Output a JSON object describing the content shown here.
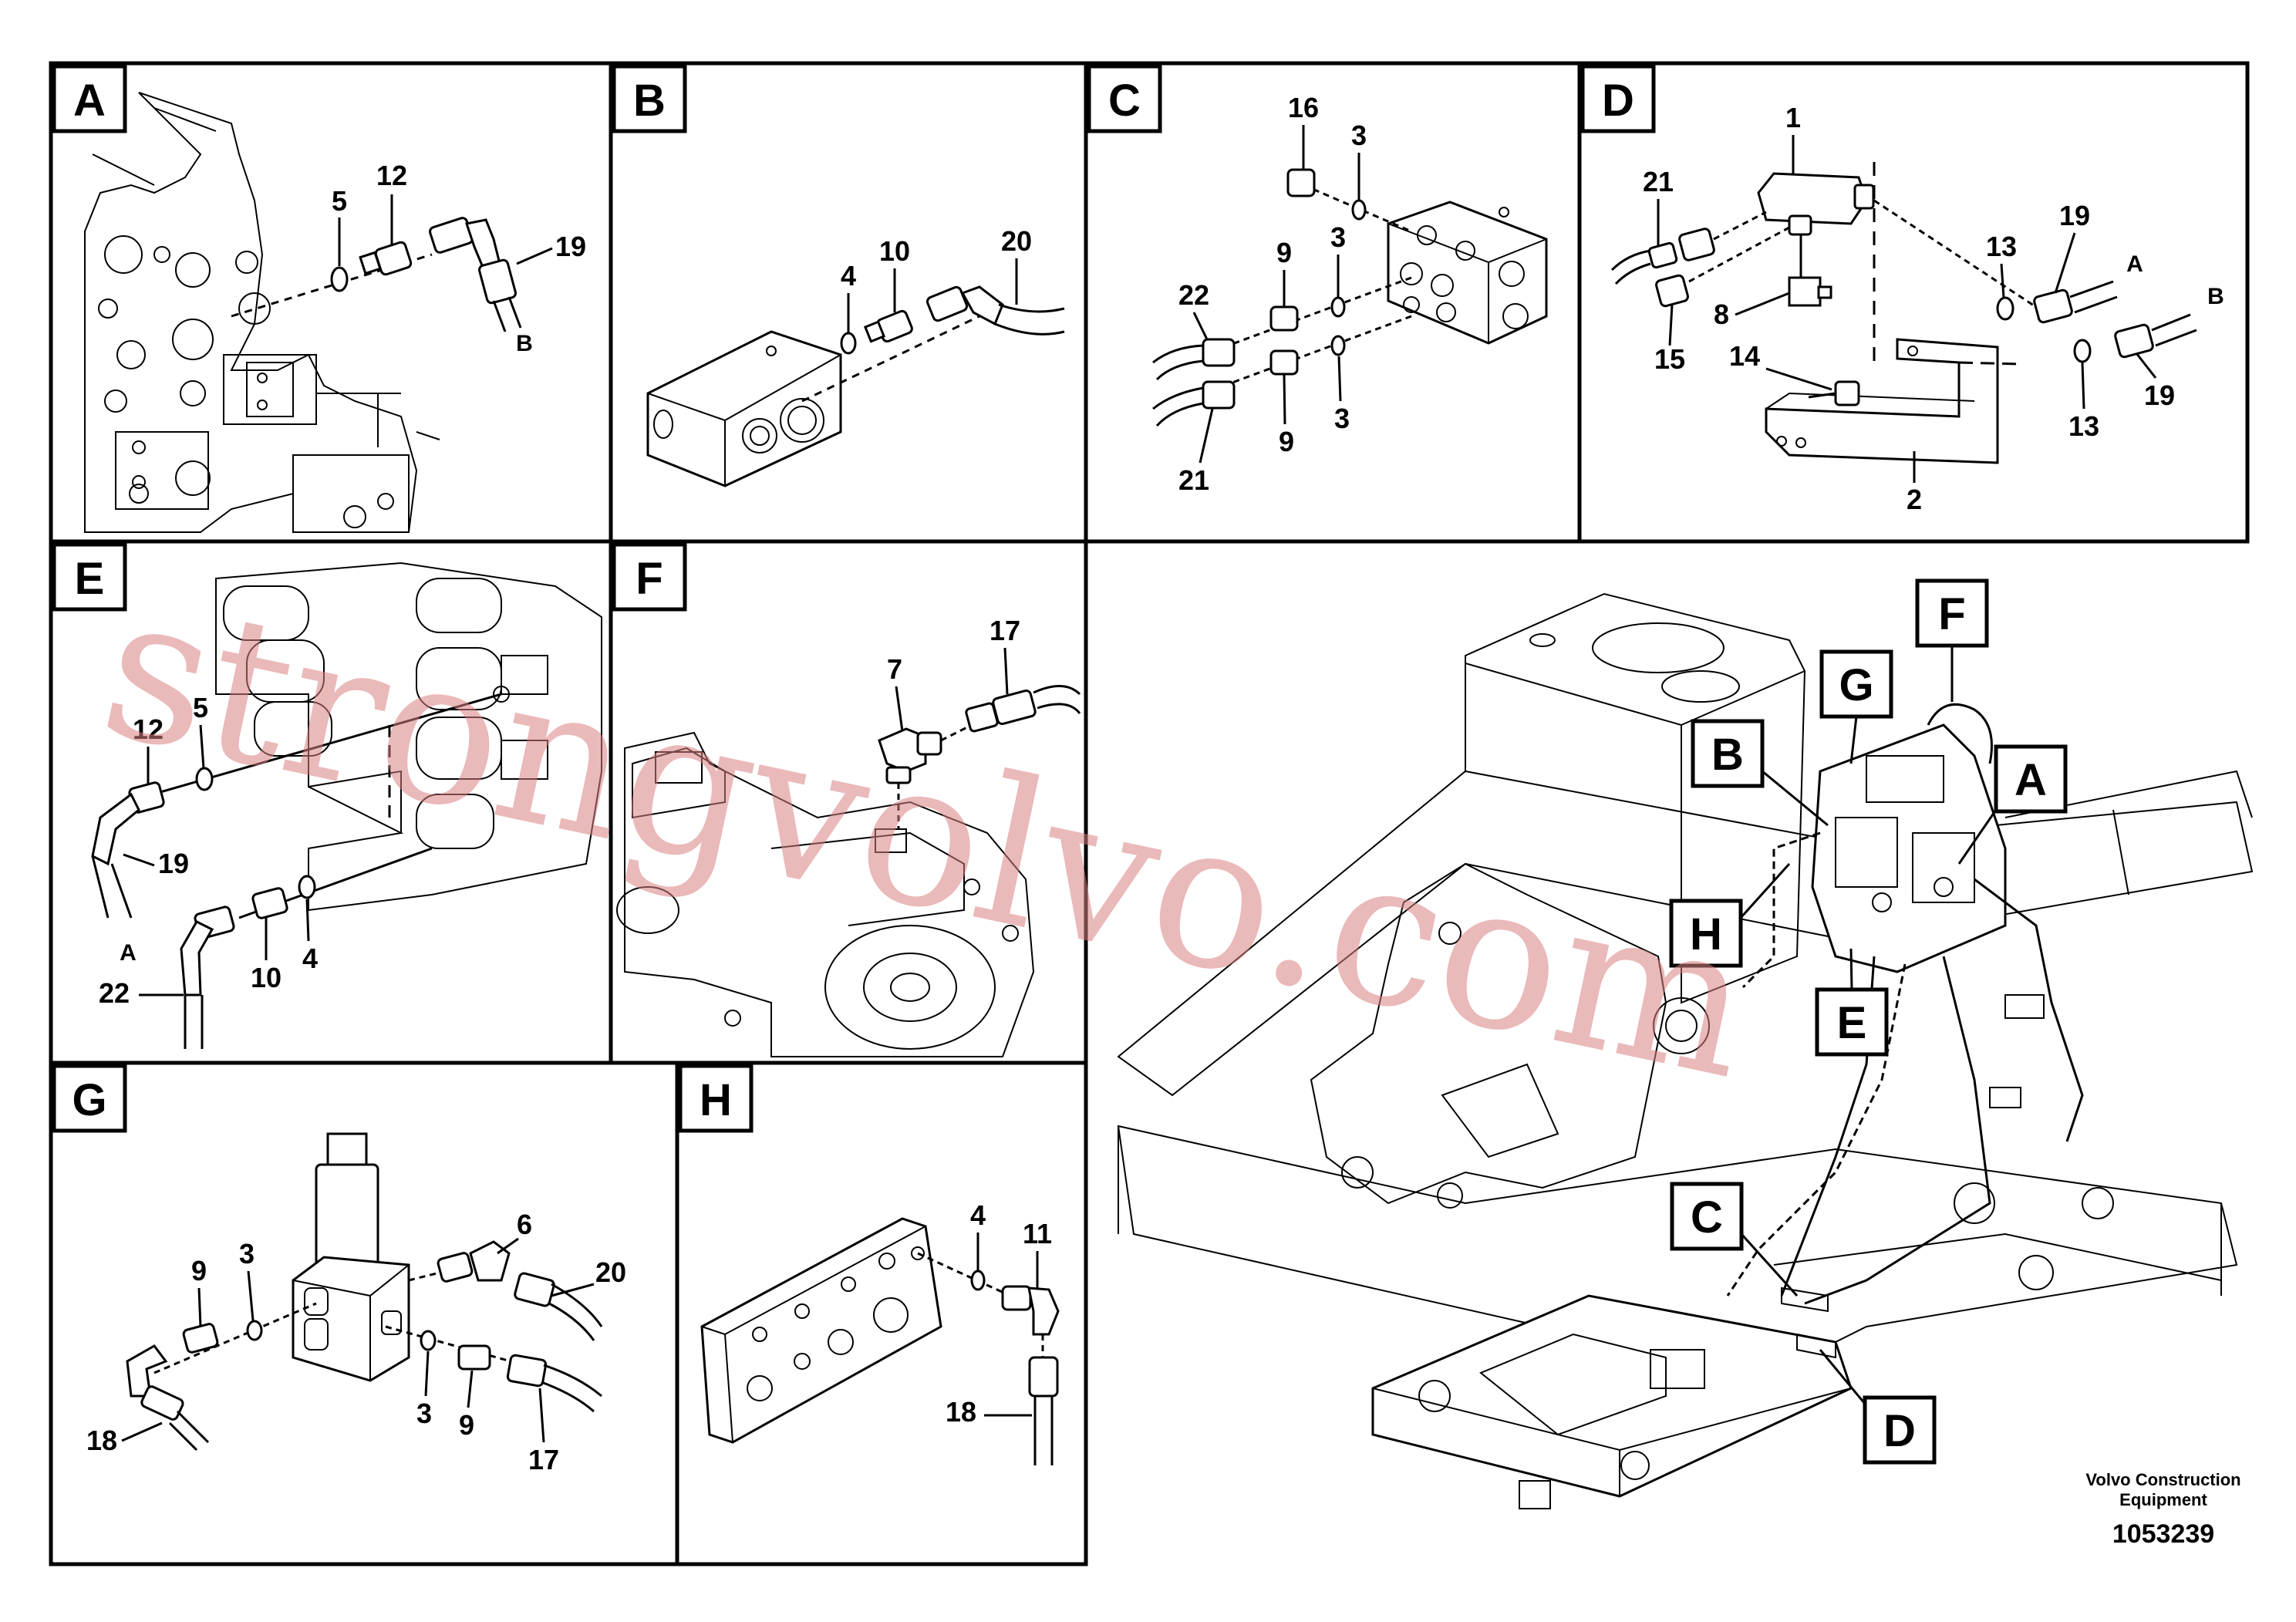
{
  "panels": {
    "A": {
      "label": "A",
      "callouts": {
        "c5": "5",
        "c12": "12",
        "c19": "19",
        "cB": "B"
      }
    },
    "B": {
      "label": "B",
      "callouts": {
        "c4": "4",
        "c10": "10",
        "c20": "20"
      }
    },
    "C": {
      "label": "C",
      "callouts": {
        "c16": "16",
        "c3a": "3",
        "c3b": "3",
        "c3c": "3",
        "c9a": "9",
        "c9b": "9",
        "c22": "22",
        "c21": "21"
      }
    },
    "D": {
      "label": "D",
      "callouts": {
        "c1": "1",
        "c21": "21",
        "c15": "15",
        "c8": "8",
        "c14": "14",
        "c13a": "13",
        "c13b": "13",
        "c19a": "19",
        "c19b": "19",
        "cA": "A",
        "cB": "B",
        "c2": "2"
      }
    },
    "E": {
      "label": "E",
      "callouts": {
        "c12": "12",
        "c5": "5",
        "c19": "19",
        "cA": "A",
        "c22": "22",
        "c10": "10",
        "c4": "4"
      }
    },
    "F": {
      "label": "F",
      "callouts": {
        "c7": "7",
        "c17": "17"
      }
    },
    "G": {
      "label": "G",
      "callouts": {
        "c9a": "9",
        "c3a": "3",
        "c6": "6",
        "c20": "20",
        "c18": "18",
        "c3b": "3",
        "c9b": "9",
        "c17": "17"
      }
    },
    "H": {
      "label": "H",
      "callouts": {
        "c4": "4",
        "c11": "11",
        "c18": "18"
      }
    }
  },
  "overview": {
    "tags": {
      "A": "A",
      "B": "B",
      "C": "C",
      "D": "D",
      "E": "E",
      "F": "F",
      "G": "G",
      "H": "H"
    }
  },
  "watermark": "strongvolvo.com",
  "credit_line1": "Volvo Construction",
  "credit_line2": "Equipment",
  "doc_number": "1053239"
}
